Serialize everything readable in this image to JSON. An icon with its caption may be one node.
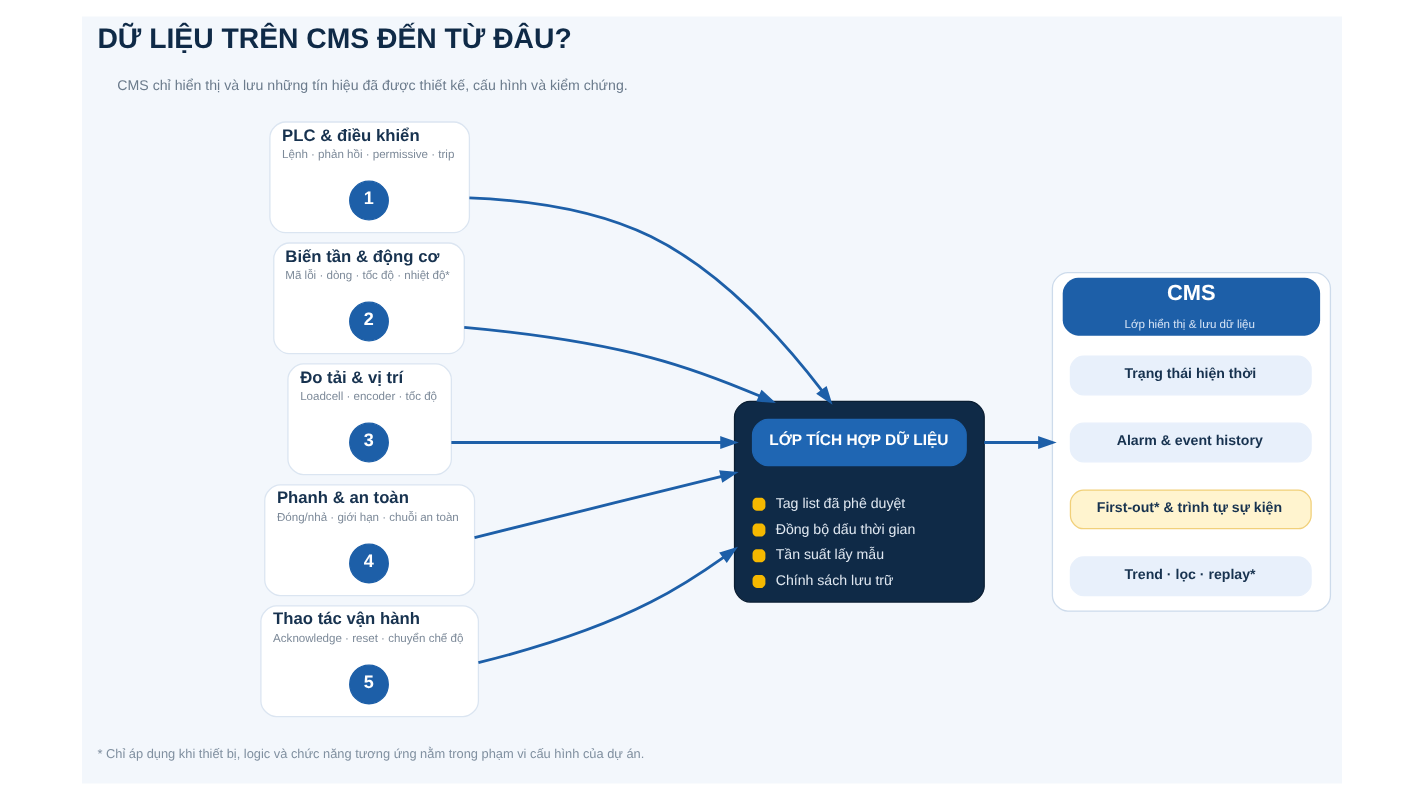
{
  "diagram": {
    "title": "DỮ LIỆU TRÊN CMS ĐẾN TỪ ĐÂU?",
    "nodes": [
      {
        "text": [
          "PLC & điều khiển",
          "Lệnh · phản hồi · permissive · trip"
        ]
      },
      {
        "text": [
          "1"
        ],
        "in": 0
      },
      {
        "text": [
          "Biến tần & động cơ",
          "Mã lỗi · dòng · tốc độ · nhiệt độ*"
        ]
      },
      {
        "text": [
          "2"
        ],
        "in": 2
      },
      {
        "text": [
          "Đo tải & vị trí",
          "Loadcell · encoder · tốc độ"
        ]
      },
      {
        "text": [
          "3"
        ],
        "in": 4
      },
      {
        "text": [
          "Phanh & an toàn",
          "Đóng/nhả · giới hạn · chuỗi an toàn"
        ]
      },
      {
        "text": [
          "4"
        ],
        "in": 6
      },
      {
        "text": [
          "Thao tác vận hành",
          "Acknowledge · reset · chuyển chế độ"
        ]
      },
      {
        "text": [
          "5"
        ],
        "in": 8
      },
      {
        "text": [
          "Tag list đã phê duyệt",
          "Đồng bộ dấu thời gian",
          "Tần suất lấy mẫu",
          "Chính sách lưu trữ"
        ]
      },
      {
        "text": [
          "LỚP TÍCH HỢP DỮ LIỆU"
        ],
        "in": 10
      },
      {
        "text": [
          "CMS",
          "Lớp hiển thị & lưu dữ liệu"
        ]
      },
      {
        "text": [
          "Trạng thái hiện thời"
        ],
        "in": 12
      },
      {
        "text": [
          "Alarm & event history"
        ],
        "in": 12
      },
      {
        "text": [
          "First-out* & trình tự sự kiện"
        ],
        "in": 12
      },
      {
        "text": [
          "Trend · lọc · replay*"
        ],
        "in": 12
      }
    ],
    "edges": [
      {
        "from": 0,
        "to": 10,
        "arrow": "to"
      },
      {
        "from": 2,
        "to": 10,
        "arrow": "to"
      },
      {
        "from": 4,
        "to": 10,
        "arrow": "to"
      },
      {
        "from": 6,
        "to": 10,
        "arrow": "to"
      },
      {
        "from": 8,
        "to": 10,
        "arrow": "to"
      },
      {
        "from": 10,
        "to": 12,
        "arrow": "to"
      }
    ],
    "labels": [
      "CMS chỉ hiển thị và lưu những tín hiệu đã được thiết kế, cấu hình và kiểm chứng.",
      "* Chỉ áp dụng khi thiết bị, logic và chức năng tương ứng nằm trong phạm vi cấu hình của dự án."
    ]
  }
}
